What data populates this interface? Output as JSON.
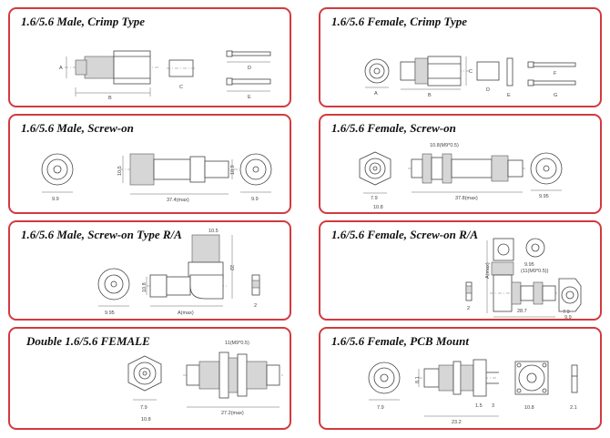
{
  "panels": {
    "male_crimp": {
      "title": "1.6/5.6 Male, Crimp Type",
      "dims": {
        "a": "A",
        "b": "B",
        "c": "C",
        "d": "D",
        "e": "E"
      }
    },
    "female_crimp": {
      "title": "1.6/5.6 Female, Crimp Type",
      "dims": {
        "a": "A",
        "b": "B",
        "c": "C",
        "d": "D",
        "e": "E",
        "f": "F",
        "g": "G"
      }
    },
    "male_screw": {
      "title": "1.6/5.6 Male, Screw-on",
      "dims": {
        "left_width": "9.9",
        "length": "37.4(max)",
        "right_width": "9.9",
        "dia_left": "10.5",
        "dia_right": "10.9"
      }
    },
    "female_screw": {
      "title": "1.6/5.6 Female, Screw-on",
      "dims": {
        "thread": "10.8(M9*0.5)",
        "left_width": "7.9",
        "length": "37.8(max)",
        "right_width": "9.95",
        "hex": "10.8"
      }
    },
    "male_ra": {
      "title": "1.6/5.6 Male, Screw-on Type R/A",
      "dims": {
        "top": "10.5",
        "height": "22",
        "left_width": "9.95",
        "length": "A(max)",
        "dia": "10.8",
        "side": "2"
      }
    },
    "female_ra": {
      "title": "1.6/5.6 Female, Screw-on R/A",
      "dims": {
        "height": "A(max)",
        "top": "9.95",
        "thread": "(11(M9*0.5))",
        "length": "28.7",
        "side": "2",
        "right_width": "7.9",
        "hex": "9.9"
      }
    },
    "double_female": {
      "title": "Double 1.6/5.6 FEMALE",
      "dims": {
        "thread": "11(M9*0.5)",
        "width": "7.9",
        "hex": "10.8",
        "length": "27.2(max)"
      }
    },
    "female_pcb": {
      "title": "1.6/5.6 Female, PCB Mount",
      "dims": {
        "width": "7.9",
        "dia": "8.1",
        "length": "23.2",
        "pin_a": "1.5",
        "pin_b": "3",
        "hex": "10.8",
        "side": "2.1"
      }
    }
  }
}
